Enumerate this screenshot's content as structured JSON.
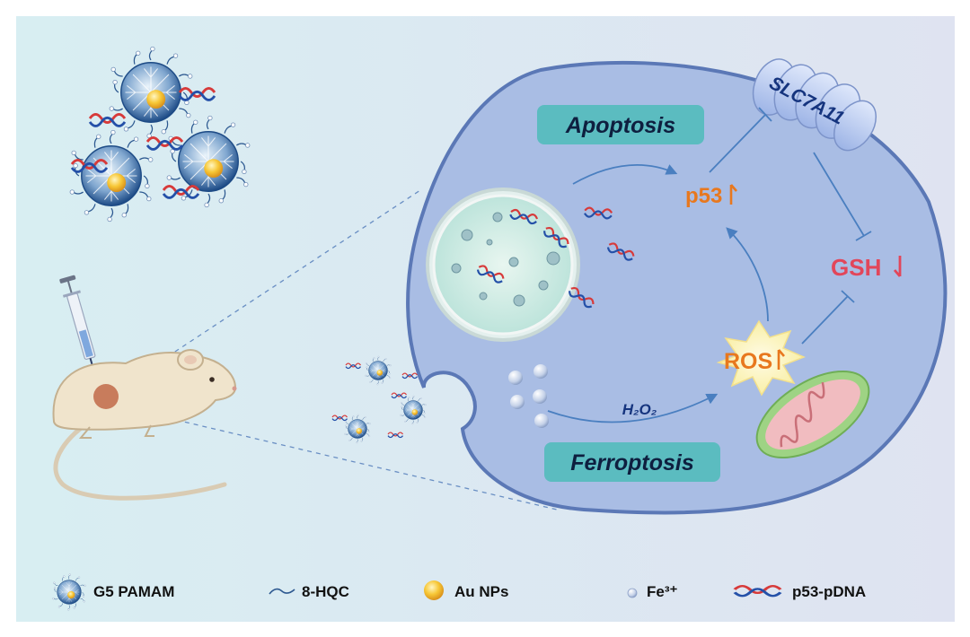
{
  "labels": {
    "apoptosis": "Apoptosis",
    "ferroptosis": "Ferroptosis",
    "p53": "p53",
    "gsh": "GSH",
    "ros": "ROS",
    "h2o2": "H₂O₂",
    "slc7a11": "SLC7A11"
  },
  "legend": [
    {
      "icon": "dendrimer-icon",
      "label": "G5 PAMAM"
    },
    {
      "icon": "ligand-icon",
      "label": "8-HQC"
    },
    {
      "icon": "gold-nanoparticle-icon",
      "label": "Au NPs"
    },
    {
      "icon": "iron-ion-icon",
      "label": "Fe³⁺"
    },
    {
      "icon": "dna-icon",
      "label": "p53-pDNA"
    }
  ],
  "colors": {
    "orange": "#e8781e",
    "red": "#e2465a",
    "navy": "#15347e",
    "teal": "#5bbcc0",
    "arrow": "#4a7fc0"
  }
}
